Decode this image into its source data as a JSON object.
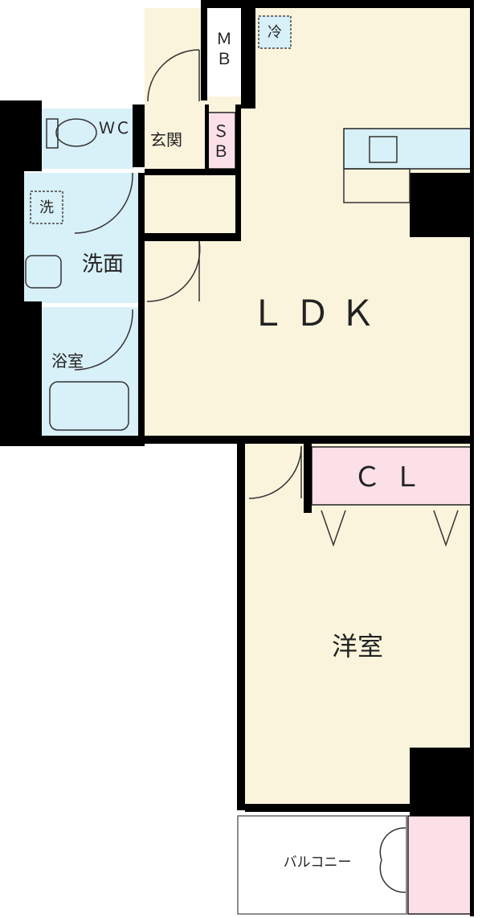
{
  "rooms": {
    "ldk": "ＬＤＫ",
    "western_room": "洋室",
    "closet": "ＣＬ",
    "wash_room": "洗面",
    "bathroom": "浴室",
    "entrance": "玄関",
    "balcony": "バルコニー",
    "wc": "ＷＣ",
    "meter_box": [
      "Ｍ",
      "Ｂ"
    ],
    "shoe_box": [
      "Ｓ",
      "Ｂ"
    ]
  },
  "symbols": {
    "refrigerator": "冷",
    "washer": "洗"
  },
  "colors": {
    "floor": "#fbf4dc",
    "wet_area": "#d8f0f8",
    "storage": "#fbe0e8",
    "wall": "#000000"
  }
}
